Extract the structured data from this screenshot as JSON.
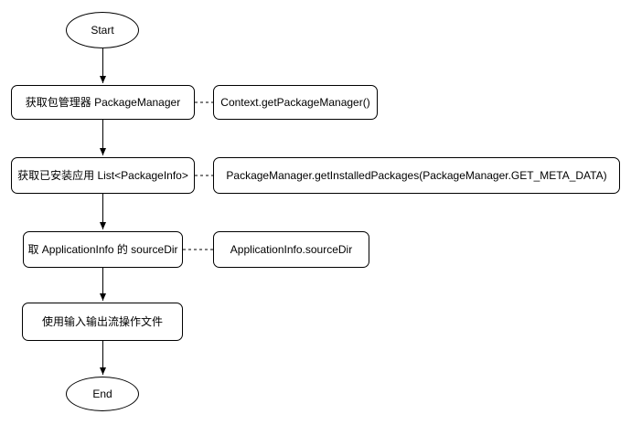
{
  "diagram": {
    "type": "flowchart",
    "background_color": "#ffffff",
    "stroke_color": "#000000",
    "text_color": "#000000",
    "nodes": {
      "start": {
        "label": "Start",
        "shape": "ellipse",
        "role": "terminator"
      },
      "step1": {
        "label": "获取包管理器 PackageManager",
        "shape": "rounded-rect",
        "role": "process"
      },
      "note1": {
        "label": "Context.getPackageManager()",
        "shape": "rounded-rect",
        "role": "api-annotation"
      },
      "step2": {
        "label": "获取已安装应用 List<PackageInfo>",
        "shape": "rounded-rect",
        "role": "process"
      },
      "note2": {
        "label": "PackageManager.getInstalledPackages(PackageManager.GET_META_DATA)",
        "shape": "rounded-rect",
        "role": "api-annotation"
      },
      "step3": {
        "label": "取 ApplicationInfo 的 sourceDir",
        "shape": "rounded-rect",
        "role": "process"
      },
      "note3": {
        "label": "ApplicationInfo.sourceDir",
        "shape": "rounded-rect",
        "role": "api-annotation"
      },
      "step4": {
        "label": "使用输入输出流操作文件",
        "shape": "rounded-rect",
        "role": "process"
      },
      "end": {
        "label": "End",
        "shape": "ellipse",
        "role": "terminator"
      }
    },
    "edges": [
      {
        "from": "start",
        "to": "step1",
        "style": "solid-arrow"
      },
      {
        "from": "step1",
        "to": "note1",
        "style": "dashed-link"
      },
      {
        "from": "step1",
        "to": "step2",
        "style": "solid-arrow"
      },
      {
        "from": "step2",
        "to": "note2",
        "style": "dashed-link"
      },
      {
        "from": "step2",
        "to": "step3",
        "style": "solid-arrow"
      },
      {
        "from": "step3",
        "to": "note3",
        "style": "dashed-link"
      },
      {
        "from": "step3",
        "to": "step4",
        "style": "solid-arrow"
      },
      {
        "from": "step4",
        "to": "end",
        "style": "solid-arrow"
      }
    ]
  }
}
